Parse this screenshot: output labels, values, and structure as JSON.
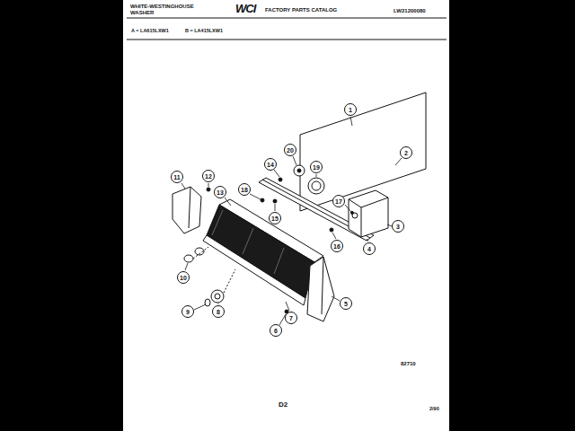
{
  "diagram": {
    "nodes": [
      {
        "text": [
          "1"
        ]
      },
      {
        "text": [
          "20"
        ]
      },
      {
        "text": [
          "2"
        ]
      },
      {
        "text": [
          "14"
        ]
      },
      {
        "text": [
          "19"
        ]
      },
      {
        "text": [
          "12"
        ]
      },
      {
        "text": [
          "11"
        ]
      },
      {
        "text": [
          "18"
        ]
      },
      {
        "text": [
          "13"
        ]
      },
      {
        "text": [
          "17"
        ]
      },
      {
        "text": [
          "15"
        ]
      },
      {
        "text": [
          "3"
        ]
      },
      {
        "text": [
          "16"
        ]
      },
      {
        "text": [
          "4"
        ]
      },
      {
        "text": [
          "10"
        ]
      },
      {
        "text": [
          "5"
        ]
      },
      {
        "text": [
          "9"
        ]
      },
      {
        "text": [
          "8"
        ]
      },
      {
        "text": [
          "7"
        ]
      },
      {
        "text": [
          "6"
        ]
      }
    ],
    "labels": [
      "WHITE-WESTINGHOUSE WASHER",
      "WCI",
      "FACTORY PARTS CATALOG",
      "LW21200080",
      "A = LA615LXW1",
      "B = LA415LXW1",
      "82710",
      "D2",
      "2/90"
    ]
  }
}
